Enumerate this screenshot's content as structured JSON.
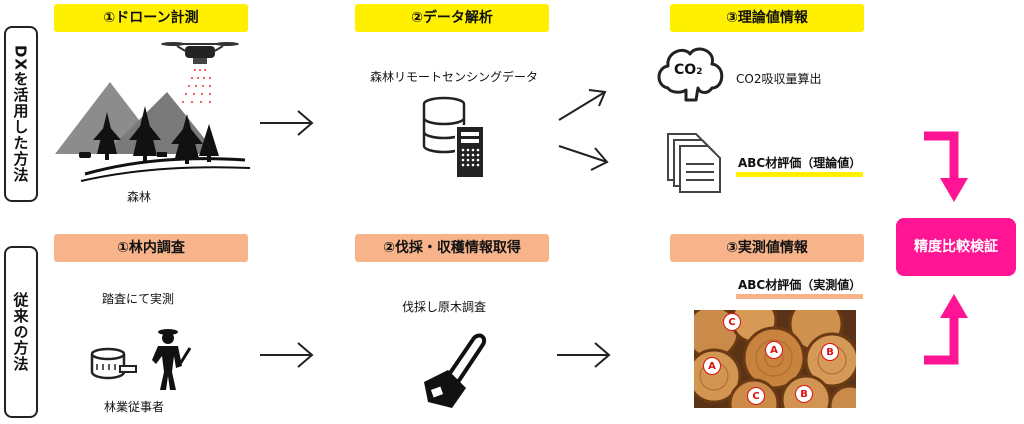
{
  "sidebar": {
    "dx": "DXを活用した方法",
    "traditional": "従来の方法"
  },
  "dx_row": {
    "step1": {
      "label": "①ドローン計測",
      "caption": "森林"
    },
    "step2": {
      "label": "②データ解析",
      "caption": "森林リモートセンシングデータ"
    },
    "step3": {
      "label": "③理論値情報",
      "co2_icon": "CO",
      "co2_sub": "2",
      "co2_text": "CO2吸収量算出",
      "abc_text": "ABC材評価（理論値）"
    }
  },
  "traditional_row": {
    "step1": {
      "label": "①林内調査",
      "caption_top": "踏査にて実測",
      "caption_bottom": "林業従事者"
    },
    "step2": {
      "label": "②伐採・収穫情報取得",
      "caption": "伐採し原木調査"
    },
    "step3": {
      "label": "③実測値情報",
      "abc_text": "ABC材評価（実測値）"
    }
  },
  "logs": {
    "grades": [
      "C",
      "A",
      "A",
      "B",
      "C",
      "B"
    ]
  },
  "verification": {
    "label": "精度比較検証"
  },
  "colors": {
    "yellow": "#fff000",
    "orange": "#f7b48a",
    "pink": "#ff1493"
  }
}
